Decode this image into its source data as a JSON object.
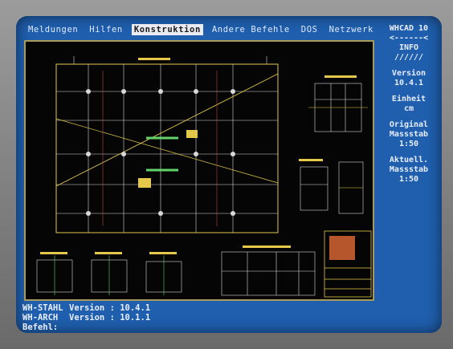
{
  "menu": {
    "items": [
      "Meldungen",
      "Hilfen",
      "Konstruktion",
      "Andere Befehle",
      "DOS",
      "Netzwerk"
    ],
    "active_index": 2
  },
  "info": {
    "title": "WHCAD 10",
    "arrow_line": "<------<",
    "section": "INFO",
    "hatch": "//////",
    "version_label": "Version",
    "version_value": "10.4.1",
    "unit_label": "Einheit",
    "unit_value": "cm",
    "original_label_1": "Original",
    "original_label_2": "Massstab",
    "original_value": "1:50",
    "current_label_1": "Aktuell.",
    "current_label_2": "Massstab",
    "current_value": "1:50"
  },
  "status": {
    "line1_product": "WH-STAHL",
    "line1_text": "Version : 10.4.1",
    "line2_product": "WH-ARCH",
    "line2_text": "Version : 10.1.1",
    "line3_prompt": "Befehl:"
  },
  "colors": {
    "screen_bg": "#1f5fae",
    "drawing_bg": "#050505",
    "frame": "#a89a5a",
    "line_white": "#d8d8d8",
    "line_yellow": "#e3c84a",
    "line_green": "#62d26a",
    "line_red": "#d9534f"
  },
  "icons": [
    "cad-drawing-canvas"
  ]
}
